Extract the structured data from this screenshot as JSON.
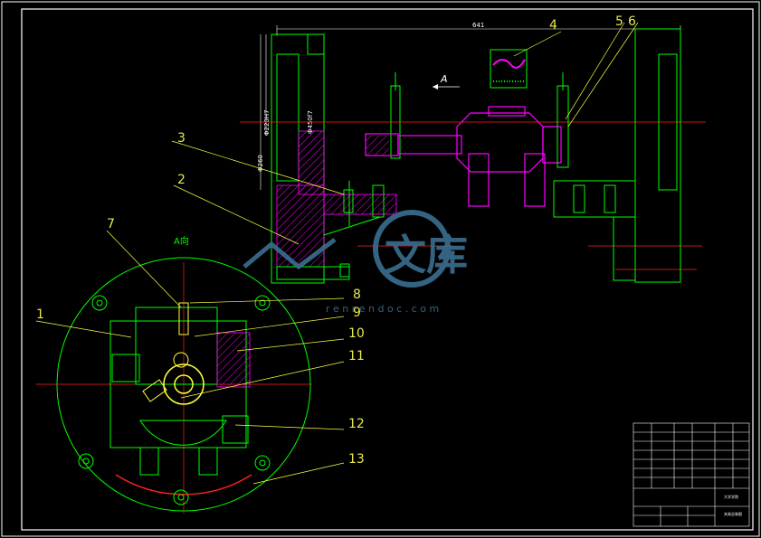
{
  "drawing": {
    "overall_dimension": "641",
    "view_arrow_label": "A",
    "section_view_label": "A向",
    "dim_vertical_1": "Φ220H7",
    "dim_vertical_2": "Φ260",
    "dim_vertical_3": "Φ450f7",
    "part_numbers": [
      "1",
      "2",
      "3",
      "4",
      "5",
      "6",
      "7",
      "8",
      "9",
      "10",
      "11",
      "12",
      "13"
    ],
    "watermark_text": "文库",
    "watermark_url": "r e n r e n d o c . c o m",
    "title_block_name": "夹具总装图",
    "title_block_org": "大学学院"
  },
  "colors": {
    "background": "#000000",
    "frame": "#ffffff",
    "part_green": "#00ff00",
    "section_magenta": "#ff00ff",
    "centerline_red": "#ff2020",
    "leader_yellow": "#ffff40",
    "watermark": "#3a6f8f"
  }
}
